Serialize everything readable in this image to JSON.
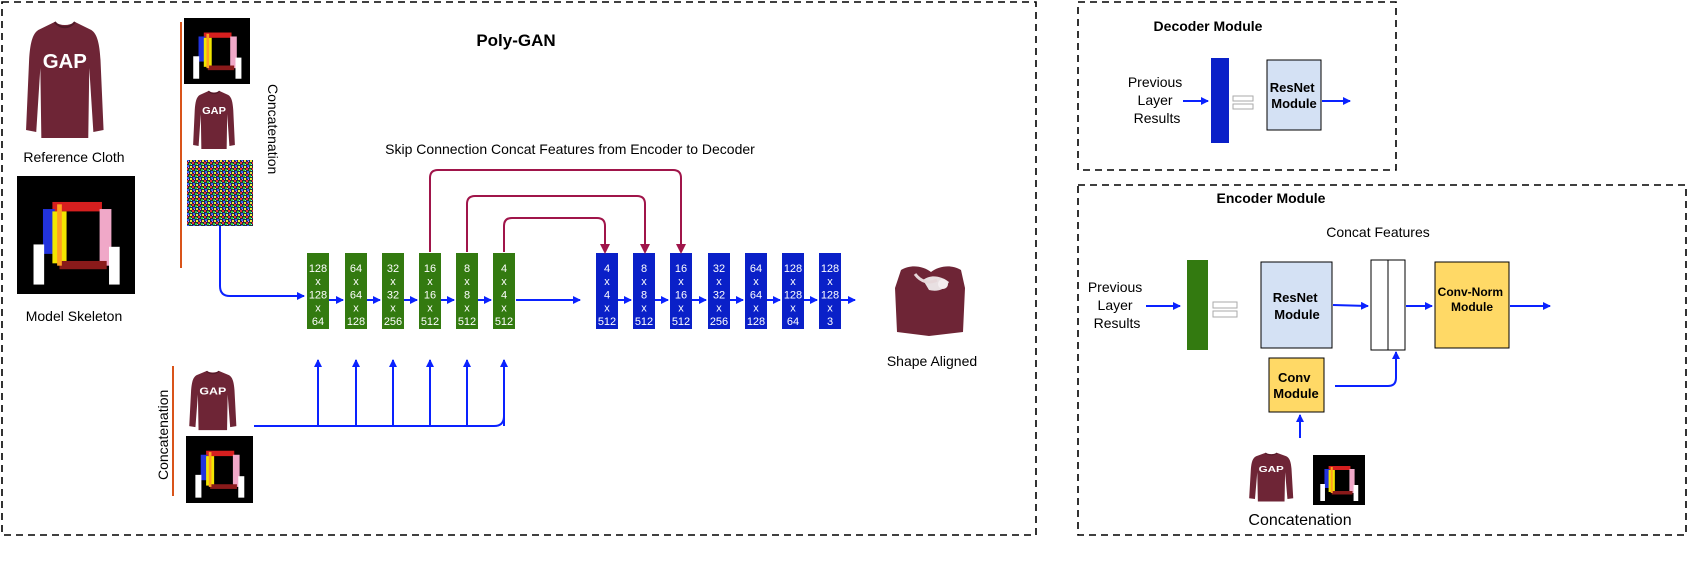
{
  "colors": {
    "green": "#337a10",
    "blue": "#0a20c8",
    "arrow_blue": "#0a22ff",
    "skip": "#a0154a",
    "cloth": "#6e2536",
    "bracket": "#d9541a",
    "resnet_fill": "#d4e1f4",
    "convnorm_fill": "#ffd966",
    "conv_fill": "#ffd966",
    "border": "#000000"
  },
  "main": {
    "title": "Poly-GAN",
    "skip_label": "Skip Connection Concat Features from Encoder to Decoder",
    "reference_cloth_label": "Reference Cloth",
    "model_skeleton_label": "Model Skeleton",
    "concat_top_label": "Concatenation",
    "concat_bottom_label": "Concatenation",
    "shape_aligned_label": "Shape Aligned",
    "encoder_blocks": [
      {
        "lines": [
          "128",
          "x",
          "128",
          "x",
          "64"
        ]
      },
      {
        "lines": [
          "64",
          "x",
          "64",
          "x",
          "128"
        ]
      },
      {
        "lines": [
          "32",
          "x",
          "32",
          "x",
          "256"
        ]
      },
      {
        "lines": [
          "16",
          "x",
          "16",
          "x",
          "512"
        ]
      },
      {
        "lines": [
          "8",
          "x",
          "8",
          "x",
          "512"
        ]
      },
      {
        "lines": [
          "4",
          "x",
          "4",
          "x",
          "512"
        ]
      }
    ],
    "decoder_blocks": [
      {
        "lines": [
          "4",
          "x",
          "4",
          "x",
          "512"
        ]
      },
      {
        "lines": [
          "8",
          "x",
          "8",
          "x",
          "512"
        ]
      },
      {
        "lines": [
          "16",
          "x",
          "16",
          "x",
          "512"
        ]
      },
      {
        "lines": [
          "32",
          "x",
          "32",
          "x",
          "256"
        ]
      },
      {
        "lines": [
          "64",
          "x",
          "64",
          "x",
          "128"
        ]
      },
      {
        "lines": [
          "128",
          "x",
          "128",
          "x",
          "64"
        ]
      },
      {
        "lines": [
          "128",
          "x",
          "128",
          "x",
          "3"
        ]
      }
    ]
  },
  "decoder_module": {
    "title": "Decoder Module",
    "input_lines": [
      "Previous",
      "Layer",
      "Results"
    ],
    "resnet_lines": [
      "ResNet",
      "Module"
    ]
  },
  "encoder_module": {
    "title": "Encoder Module",
    "concat_features": "Concat Features",
    "input_lines": [
      "Previous",
      "Layer",
      "Results"
    ],
    "resnet_lines": [
      "ResNet",
      "Module"
    ],
    "conv_lines": [
      "Conv",
      "Module"
    ],
    "convnorm_lines": [
      "Conv-Norm",
      "Module"
    ],
    "concat_label": "Concatenation"
  },
  "icons": {
    "shirt": "shirt-icon",
    "skeleton": "skeleton-icon",
    "noise": "noise-icon",
    "output": "output-shirt-icon"
  }
}
